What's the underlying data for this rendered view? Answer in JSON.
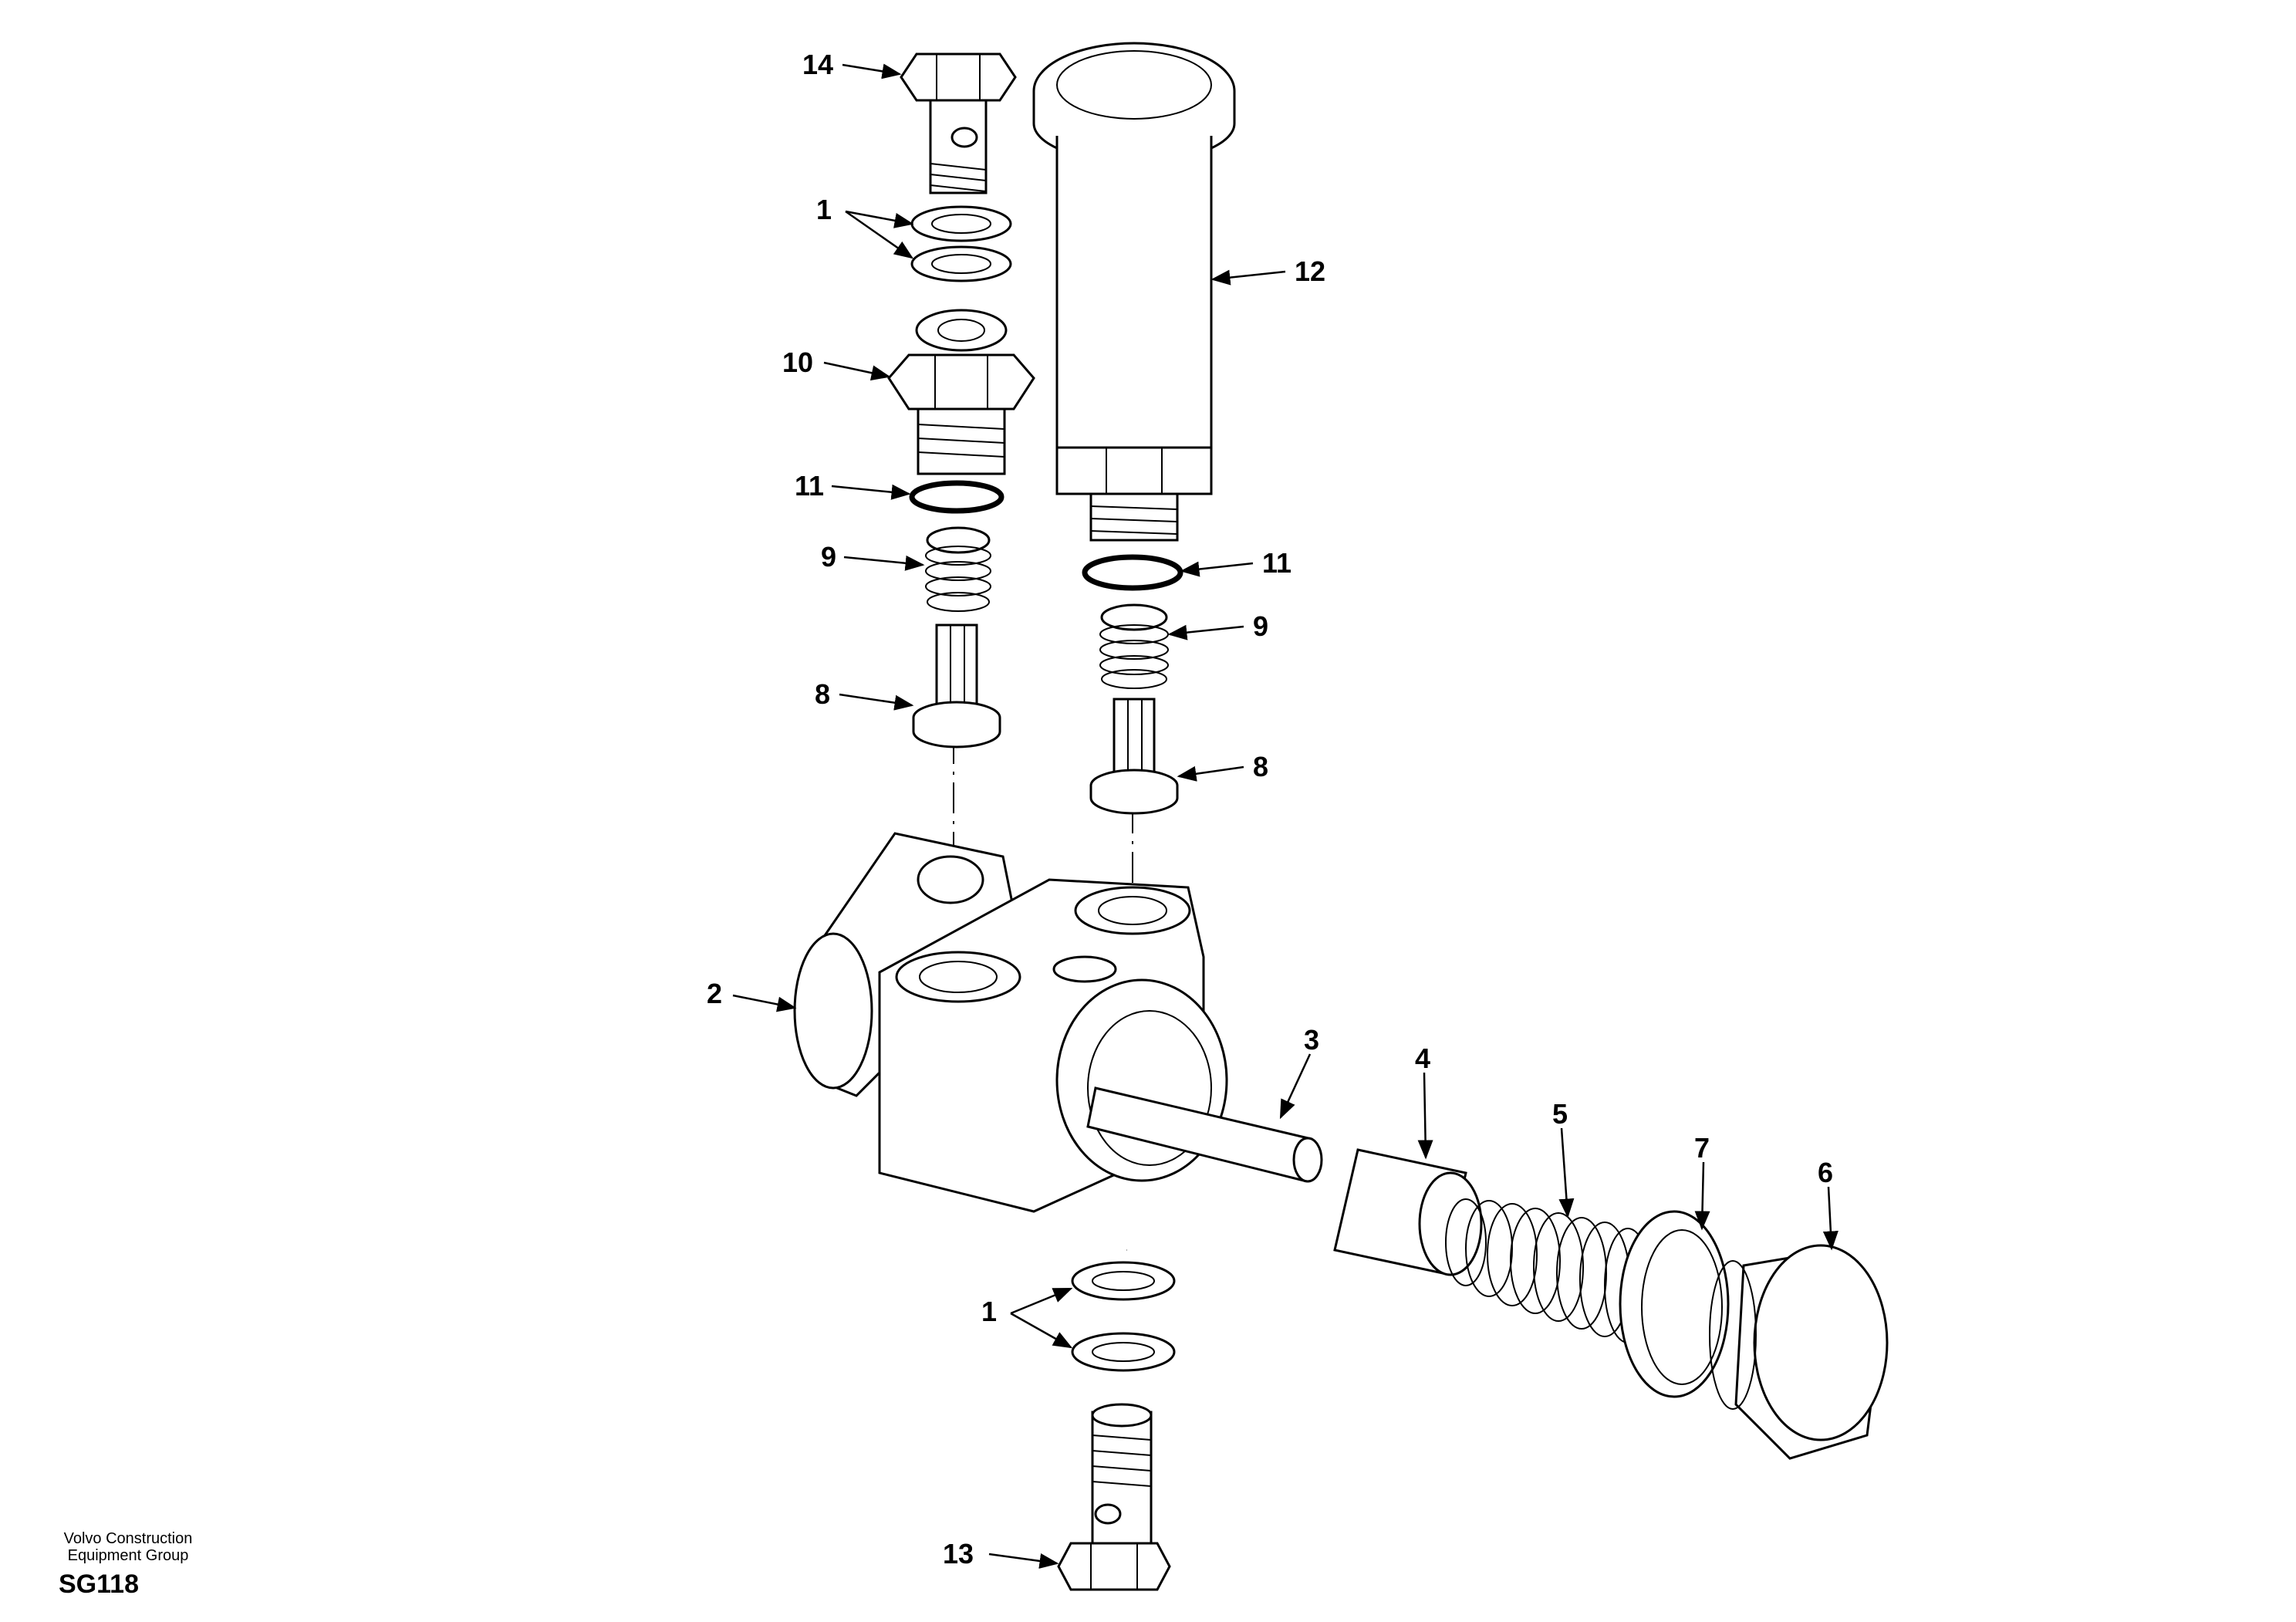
{
  "callouts": {
    "c14": "14",
    "c1_top": "1",
    "c10": "10",
    "c11_left": "11",
    "c9_left": "9",
    "c8_left": "8",
    "c12": "12",
    "c11_right": "11",
    "c9_right": "9",
    "c8_right": "8",
    "c2": "2",
    "c3": "3",
    "c4": "4",
    "c5": "5",
    "c7": "7",
    "c6": "6",
    "c1_bottom": "1",
    "c13": "13"
  },
  "footer": {
    "line1": "Volvo Construction",
    "line2": "Equipment Group",
    "code": "SG118"
  }
}
